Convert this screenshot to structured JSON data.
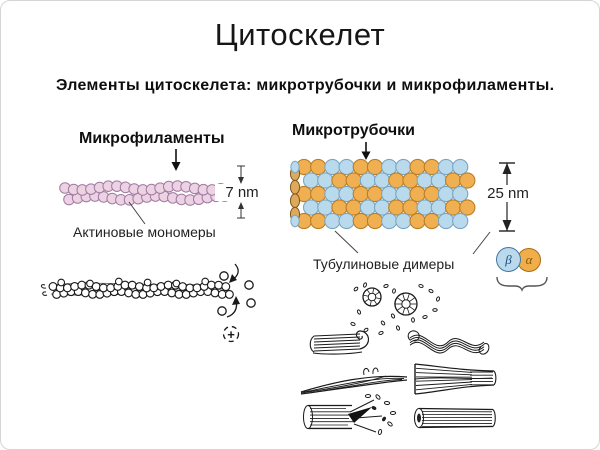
{
  "slide": {
    "title": "Цитоскелет",
    "subtitle": "Элементы цитоскелета: микротрубочки и микрофиламенты."
  },
  "microfilaments": {
    "heading": "Микрофиламенты",
    "diameter": "7 nm",
    "caption": "Актиновые мономеры",
    "plus_end": "+"
  },
  "microtubules": {
    "heading": "Микротрубочки",
    "diameter": "25 nm",
    "caption": "Тубулиновые димеры",
    "beta": "β",
    "alpha": "α"
  },
  "colors": {
    "actin_fill": "#ecd2e2",
    "actin_stroke": "#a07ba2",
    "tubulin_blue_fill": "#b9d9ec",
    "tubulin_blue_stroke": "#7ba6c0",
    "tubulin_orange_fill": "#f0b052",
    "tubulin_orange_stroke": "#b97d26",
    "cap_fill": "#dfa95c",
    "cap_stroke": "#7d551e",
    "dimer_beta_fill": "#bad9ec",
    "dimer_beta_stroke": "#4176a3",
    "dimer_beta_text": "#1d5082",
    "dimer_alpha_fill": "#f0ae4a",
    "dimer_alpha_stroke": "#aa6d12",
    "dimer_alpha_text": "#8a540a",
    "ink": "#1a1a1a"
  }
}
